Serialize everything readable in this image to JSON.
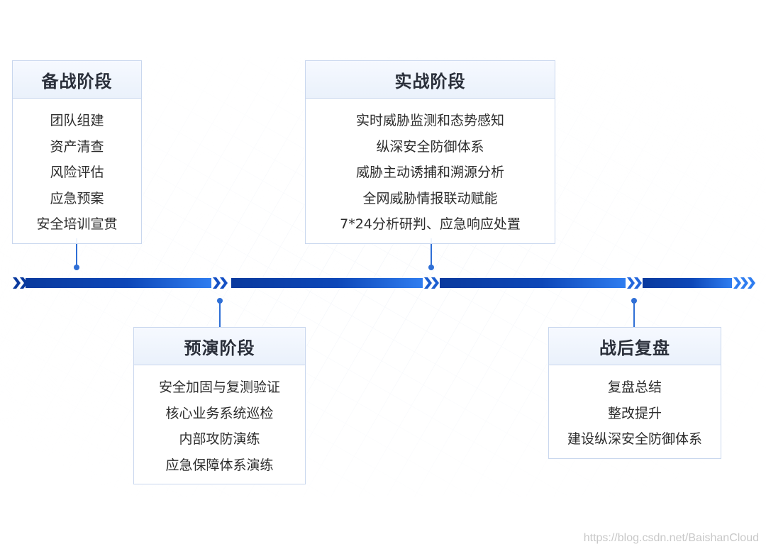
{
  "colors": {
    "line_dark": "#0a3a9e",
    "line_light": "#2f7df0",
    "card_border": "#c9d7ee",
    "connector": "#2f6fd6"
  },
  "stages": [
    {
      "title": "备战阶段",
      "items": [
        "团队组建",
        "资产清查",
        "风险评估",
        "应急预案",
        "安全培训宣贯"
      ]
    },
    {
      "title": "预演阶段",
      "items": [
        "安全加固与复测验证",
        "核心业务系统巡检",
        "内部攻防演练",
        "应急保障体系演练"
      ]
    },
    {
      "title": "实战阶段",
      "items": [
        "实时威胁监测和态势感知",
        "纵深安全防御体系",
        "威胁主动诱捕和溯源分析",
        "全网威胁情报联动赋能",
        "7*24分析研判、应急响应处置"
      ]
    },
    {
      "title": "战后复盘",
      "items": [
        "复盘总结",
        "整改提升",
        "建设纵深安全防御体系"
      ]
    }
  ],
  "watermark": "https://blog.csdn.net/BaishanCloud"
}
